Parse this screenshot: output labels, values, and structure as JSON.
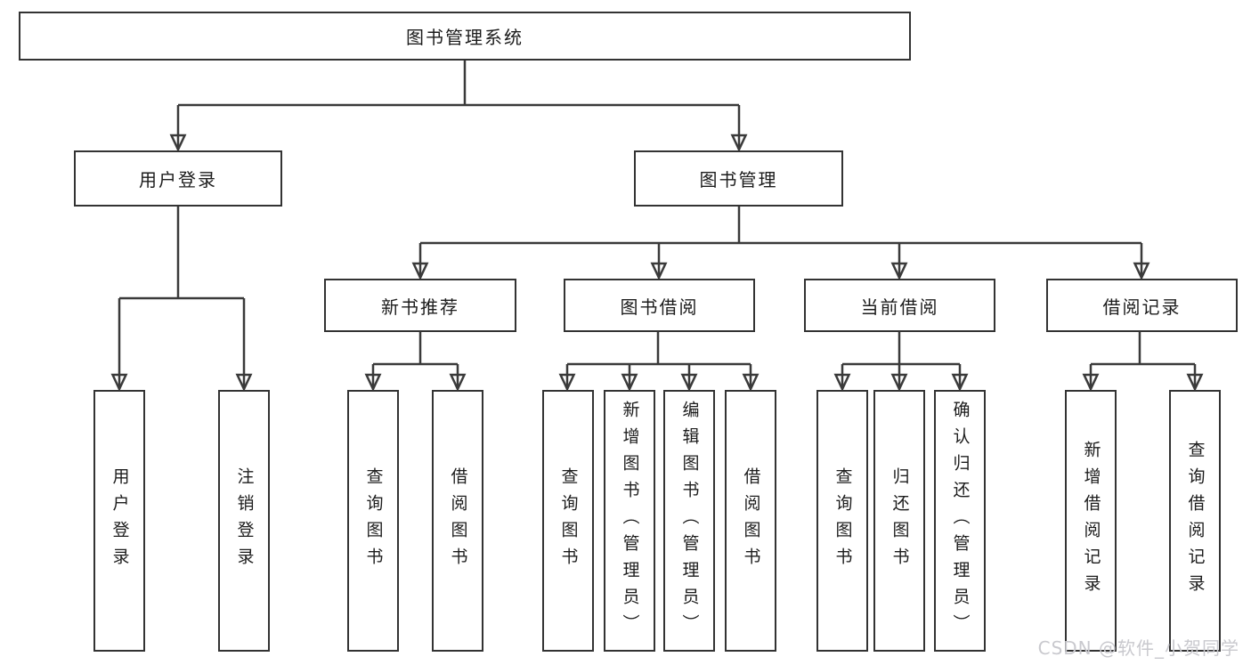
{
  "tree": {
    "root": {
      "label": "图书管理系统"
    },
    "level2": [
      {
        "label": "用户登录"
      },
      {
        "label": "图书管理"
      }
    ],
    "level3": [
      {
        "label": "新书推荐",
        "parent": "图书管理"
      },
      {
        "label": "图书借阅",
        "parent": "图书管理"
      },
      {
        "label": "当前借阅",
        "parent": "图书管理"
      },
      {
        "label": "借阅记录",
        "parent": "图书管理"
      }
    ],
    "leaves": [
      {
        "label": "用户登录",
        "parent": "用户登录"
      },
      {
        "label": "注销登录",
        "parent": "用户登录"
      },
      {
        "label": "查询图书",
        "parent": "新书推荐"
      },
      {
        "label": "借阅图书",
        "parent": "新书推荐"
      },
      {
        "label": "查询图书",
        "parent": "图书借阅"
      },
      {
        "label": "新增图书（管理员）",
        "parent": "图书借阅"
      },
      {
        "label": "编辑图书（管理员）",
        "parent": "图书借阅"
      },
      {
        "label": "借阅图书",
        "parent": "图书借阅"
      },
      {
        "label": "查询图书",
        "parent": "当前借阅"
      },
      {
        "label": "归还图书",
        "parent": "当前借阅"
      },
      {
        "label": "确认归还（管理员）",
        "parent": "当前借阅"
      },
      {
        "label": "新增借阅记录",
        "parent": "借阅记录"
      },
      {
        "label": "查询借阅记录",
        "parent": "借阅记录"
      }
    ]
  },
  "watermark": {
    "text": "CSDN @软件_小贺同学"
  },
  "colors": {
    "line": "#3a3a3a",
    "box_border": "#333333",
    "text": "#1c1c1c",
    "watermark": "#c9c9ce",
    "bg": "#ffffff"
  }
}
